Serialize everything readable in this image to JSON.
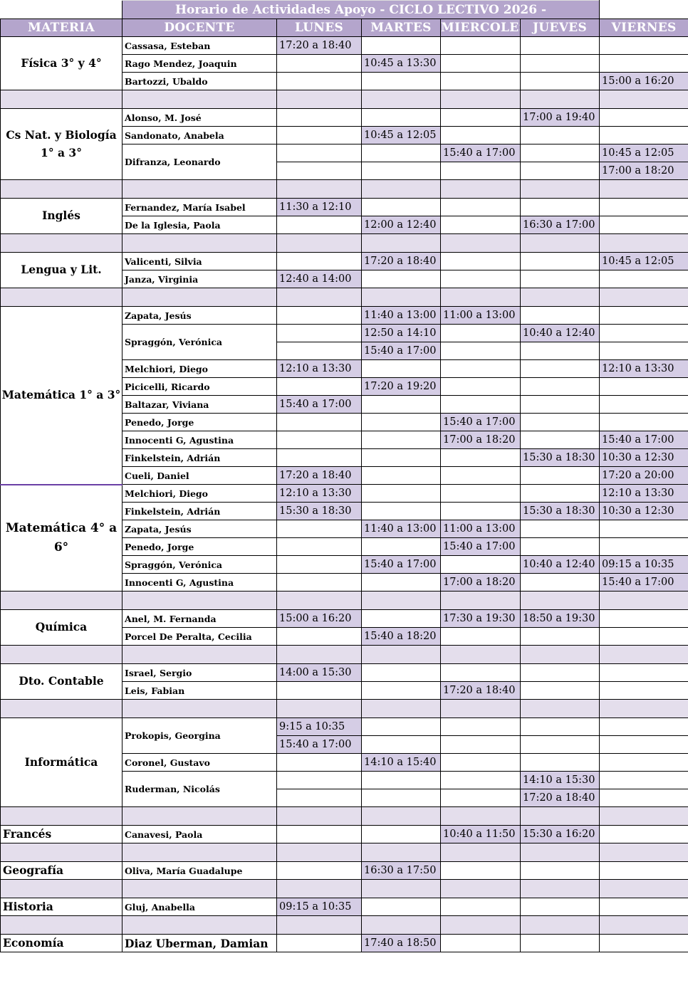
{
  "title": "Horario de Actividades Apoyo  - CICLO LECTIVO 2026 -",
  "headers": [
    "MATERIA",
    "DOCENTE",
    "LUNES",
    "MARTES",
    "MIERCOLES",
    "JUEVES",
    "VIERNES"
  ],
  "colors": {
    "header_bg": "#b4a5cc",
    "filled_cell": "#d5cde5",
    "separator": "#e4deec"
  },
  "subjects": [
    {
      "materia": "Física 3° y 4°",
      "rows": [
        {
          "docente": "Cassasa, Esteban",
          "span": 1,
          "slots": [
            "17:20 a 18:40",
            "",
            "",
            "",
            ""
          ]
        },
        {
          "docente": "Rago Mendez, Joaquin",
          "span": 1,
          "slots": [
            "",
            "10:45 a 13:30",
            "",
            "",
            ""
          ]
        },
        {
          "docente": "Bartozzi, Ubaldo",
          "span": 1,
          "slots": [
            "",
            "",
            "",
            "",
            "15:00 a 16:20"
          ]
        }
      ]
    },
    {
      "materia": "Cs Nat. y Biología 1° a 3°",
      "rows": [
        {
          "docente": "Alonso, M. José",
          "span": 1,
          "slots": [
            "",
            "",
            "",
            "17:00 a 19:40",
            ""
          ]
        },
        {
          "docente": "Sandonato, Anabela",
          "span": 1,
          "slots": [
            "",
            "10:45 a 12:05",
            "",
            "",
            ""
          ]
        },
        {
          "docente": "Difranza, Leonardo",
          "span": 2,
          "slots": [
            "",
            "",
            "15:40 a 17:00",
            "",
            "10:45 a 12:05"
          ]
        },
        {
          "docente": null,
          "slots": [
            "",
            "",
            "",
            "",
            "17:00 a 18:20"
          ]
        }
      ]
    },
    {
      "materia": "Inglés",
      "rows": [
        {
          "docente": "Fernandez, María Isabel",
          "span": 1,
          "slots": [
            "11:30 a 12:10",
            "",
            "",
            "",
            ""
          ]
        },
        {
          "docente": "De la Iglesia, Paola",
          "span": 1,
          "slots": [
            "",
            "12:00 a 12:40",
            "",
            "16:30 a 17:00",
            ""
          ]
        }
      ]
    },
    {
      "materia": "Lengua y Lit.",
      "rows": [
        {
          "docente": "Valicenti, Silvia",
          "span": 1,
          "slots": [
            "",
            "17:20 a 18:40",
            "",
            "",
            "10:45 a 12:05"
          ]
        },
        {
          "docente": "Janza, Virginia",
          "span": 1,
          "slots": [
            "12:40 a 14:00",
            "",
            "",
            "",
            ""
          ]
        }
      ]
    },
    {
      "materia": "Matemática 1° a 3°",
      "rows": [
        {
          "docente": "Zapata, Jesús",
          "span": 1,
          "slots": [
            "",
            "11:40 a 13:00",
            "11:00 a 13:00",
            "",
            ""
          ]
        },
        {
          "docente": "Spraggón, Verónica",
          "span": 2,
          "slots": [
            "",
            "12:50 a 14:10",
            "",
            "10:40 a 12:40",
            ""
          ]
        },
        {
          "docente": null,
          "slots": [
            "",
            "15:40 a 17:00",
            "",
            "",
            ""
          ]
        },
        {
          "docente": "Melchiori, Diego",
          "span": 1,
          "slots": [
            "12:10 a 13:30",
            "",
            "",
            "",
            "12:10 a 13:30"
          ]
        },
        {
          "docente": "Picicelli, Ricardo",
          "span": 1,
          "slots": [
            "",
            "17:20 a 19:20",
            "",
            "",
            ""
          ]
        },
        {
          "docente": "Baltazar, Viviana",
          "span": 1,
          "slots": [
            "15:40 a 17:00",
            "",
            "",
            "",
            ""
          ]
        },
        {
          "docente": "Penedo, Jorge",
          "span": 1,
          "slots": [
            "",
            "",
            "15:40 a 17:00",
            "",
            ""
          ]
        },
        {
          "docente": "Innocenti G, Agustina",
          "span": 1,
          "slots": [
            "",
            "",
            "17:00 a 18:20",
            "",
            "15:40 a 17:00"
          ]
        },
        {
          "docente": "Finkelstein, Adrián",
          "span": 1,
          "slots": [
            "",
            "",
            "",
            "15:30 a 18:30",
            "10:30 a 12:30"
          ]
        },
        {
          "docente": "Cueli, Daniel",
          "span": 1,
          "slots": [
            "17:20 a 18:40",
            "",
            "",
            "",
            "17:20 a 20:00"
          ]
        }
      ]
    },
    {
      "materia": "Matemática 4° a 6°",
      "big": true,
      "nosep": false,
      "rows": [
        {
          "docente": "Melchiori, Diego",
          "span": 1,
          "slots": [
            "12:10 a 13:30",
            "",
            "",
            "",
            "12:10 a 13:30"
          ]
        },
        {
          "docente": "Finkelstein, Adrián",
          "span": 1,
          "slots": [
            "15:30 a 18:30",
            "",
            "",
            "15:30 a 18:30",
            "10:30 a 12:30"
          ]
        },
        {
          "docente": "Zapata, Jesús",
          "span": 1,
          "slots": [
            "",
            "11:40 a 13:00",
            "11:00 a 13:00",
            "",
            ""
          ]
        },
        {
          "docente": "Penedo, Jorge",
          "span": 1,
          "slots": [
            "",
            "",
            "15:40 a 17:00",
            "",
            ""
          ]
        },
        {
          "docente": "Spraggón, Verónica",
          "span": 1,
          "slots": [
            "",
            "15:40 a 17:00",
            "",
            "10:40 a 12:40",
            "09:15 a 10:35"
          ]
        },
        {
          "docente": "Innocenti G, Agustina",
          "span": 1,
          "slots": [
            "",
            "",
            "17:00 a 18:20",
            "",
            "15:40 a 17:00"
          ]
        }
      ]
    },
    {
      "materia": "Química",
      "rows": [
        {
          "docente": "Anel, M. Fernanda",
          "span": 1,
          "slots": [
            "15:00 a 16:20",
            "",
            "17:30 a 19:30",
            "18:50 a 19:30",
            ""
          ]
        },
        {
          "docente": "Porcel De Peralta, Cecilia",
          "span": 1,
          "slots": [
            "",
            "15:40 a 18:20",
            "",
            "",
            ""
          ]
        }
      ]
    },
    {
      "materia": "Dto. Contable",
      "rows": [
        {
          "docente": "Israel, Sergio",
          "span": 1,
          "slots": [
            "14:00 a 15:30",
            "",
            "",
            "",
            ""
          ]
        },
        {
          "docente": "Leis, Fabian",
          "span": 1,
          "slots": [
            "",
            "",
            "17:20 a 18:40",
            "",
            ""
          ]
        }
      ]
    },
    {
      "materia": "Informática",
      "rows": [
        {
          "docente": "Prokopis, Georgina",
          "span": 2,
          "slots": [
            "9:15 a 10:35",
            "",
            "",
            "",
            ""
          ]
        },
        {
          "docente": null,
          "slots": [
            "15:40 a 17:00",
            "",
            "",
            "",
            ""
          ]
        },
        {
          "docente": "Coronel, Gustavo",
          "span": 1,
          "slots": [
            "",
            "14:10 a 15:40",
            "",
            "",
            ""
          ]
        },
        {
          "docente": "Ruderman, Nicolás",
          "span": 2,
          "slots": [
            "",
            "",
            "",
            "14:10 a 15:30",
            ""
          ]
        },
        {
          "docente": null,
          "slots": [
            "",
            "",
            "",
            "17:20 a 18:40",
            ""
          ]
        }
      ]
    },
    {
      "materia": "Francés",
      "left": true,
      "rows": [
        {
          "docente": "Canavesi, Paola",
          "span": 1,
          "slots": [
            "",
            "",
            "10:40 a 11:50",
            "15:30 a 16:20",
            ""
          ]
        }
      ]
    },
    {
      "materia": "Geografía",
      "left": true,
      "rows": [
        {
          "docente": "Oliva, María Guadalupe",
          "span": 1,
          "slots": [
            "",
            "16:30 a 17:50",
            "",
            "",
            ""
          ]
        }
      ]
    },
    {
      "materia": "Historia",
      "left": true,
      "rows": [
        {
          "docente": "Gluj, Anabella",
          "span": 1,
          "slots": [
            "09:15 a 10:35",
            "",
            "",
            "",
            ""
          ]
        }
      ]
    },
    {
      "materia": "Economía",
      "left": true,
      "bigdoc": true,
      "last": true,
      "rows": [
        {
          "docente": "Diaz Uberman, Damian",
          "span": 1,
          "slots": [
            "",
            "17:40 a 18:50",
            "",
            "",
            ""
          ]
        }
      ]
    }
  ]
}
